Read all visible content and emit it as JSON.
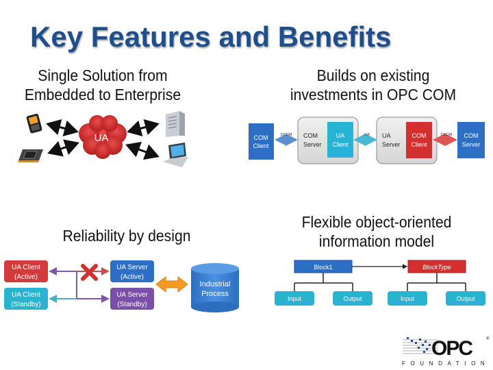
{
  "slide": {
    "title": "Key Features and Benefits"
  },
  "quadrants": {
    "single_solution": {
      "heading_line1": "Single Solution from",
      "heading_line2": "Embedded to Enterprise",
      "center_label": "UA",
      "devices": [
        "smartphone",
        "embedded-chip",
        "server-tower",
        "laptop"
      ]
    },
    "existing_investments": {
      "heading_line1": "Builds on existing",
      "heading_line2": "investments in OPC COM",
      "com_client": [
        "COM",
        "Client"
      ],
      "dcom_left": "DCOM",
      "com_server": [
        "COM",
        "Server"
      ],
      "ua_client": [
        "UA",
        "Client"
      ],
      "ua_link": "UA",
      "ua_server": [
        "UA",
        "Server"
      ],
      "com_client_red": [
        "COM",
        "Client"
      ],
      "dcom_right": "DCOM",
      "com_server_right": [
        "COM",
        "Server"
      ]
    },
    "reliability": {
      "heading": "Reliability by design",
      "ua_client_active": [
        "UA Client",
        "(Active)"
      ],
      "ua_client_standby": [
        "UA Client",
        "(Standby)"
      ],
      "ua_server_active": [
        "UA Server",
        "(Active)"
      ],
      "ua_server_standby": [
        "UA Server",
        "(Standby)"
      ],
      "process": [
        "Industrial",
        "Process"
      ]
    },
    "info_model": {
      "heading_line1": "Flexible object-oriented",
      "heading_line2": "information model",
      "block1": "Block1",
      "block_type": "BlockType",
      "input_left": "Input",
      "output_left": "Output",
      "input_right": "Input",
      "output_right": "Output"
    }
  },
  "logo": {
    "brand": "OPC",
    "subtitle": "FOUNDATION",
    "registered": "®"
  },
  "colors": {
    "title_blue": "#1f4e8c",
    "com_blue": "#2e6fc6",
    "ua_cyan": "#27b3d6",
    "com_red": "#d32f2f",
    "purple": "#7a4fa8",
    "orange": "#f59a23",
    "teal_box": "#2ab3cf"
  }
}
